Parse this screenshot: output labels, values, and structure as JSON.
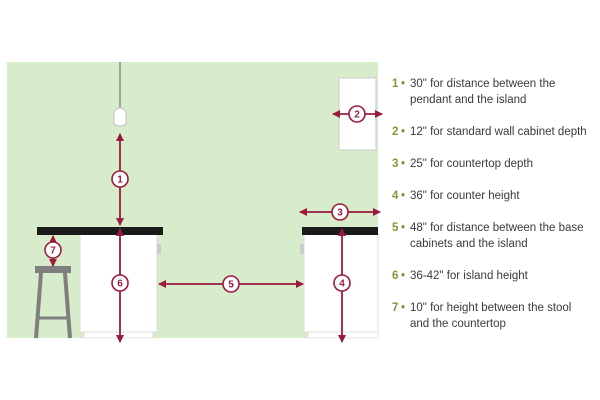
{
  "colors": {
    "wall": "#d7eccb",
    "accent": "#9b1b3c",
    "number": "#7a9a3c",
    "countertop": "#1a1a1a",
    "cabinet": "#ffffff",
    "stool": "#7f7f7f"
  },
  "markers": [
    "1",
    "2",
    "3",
    "4",
    "5",
    "6",
    "7"
  ],
  "legend": [
    {
      "number": "1",
      "bullet": "•",
      "lines": [
        "30\" for distance between the",
        "pendant and the island"
      ]
    },
    {
      "number": "2",
      "bullet": "•",
      "lines": [
        "12\" for standard wall cabinet depth"
      ]
    },
    {
      "number": "3",
      "bullet": "•",
      "lines": [
        "25\" for countertop depth"
      ]
    },
    {
      "number": "4",
      "bullet": "•",
      "lines": [
        "36\" for counter height"
      ]
    },
    {
      "number": "5",
      "bullet": "•",
      "lines": [
        "48\" for distance between the base",
        "cabinets and the island"
      ]
    },
    {
      "number": "6",
      "bullet": "•",
      "lines": [
        "36-42\" for island height"
      ]
    },
    {
      "number": "7",
      "bullet": "•",
      "lines": [
        "10\" for height between the stool",
        "and the countertop"
      ]
    }
  ]
}
